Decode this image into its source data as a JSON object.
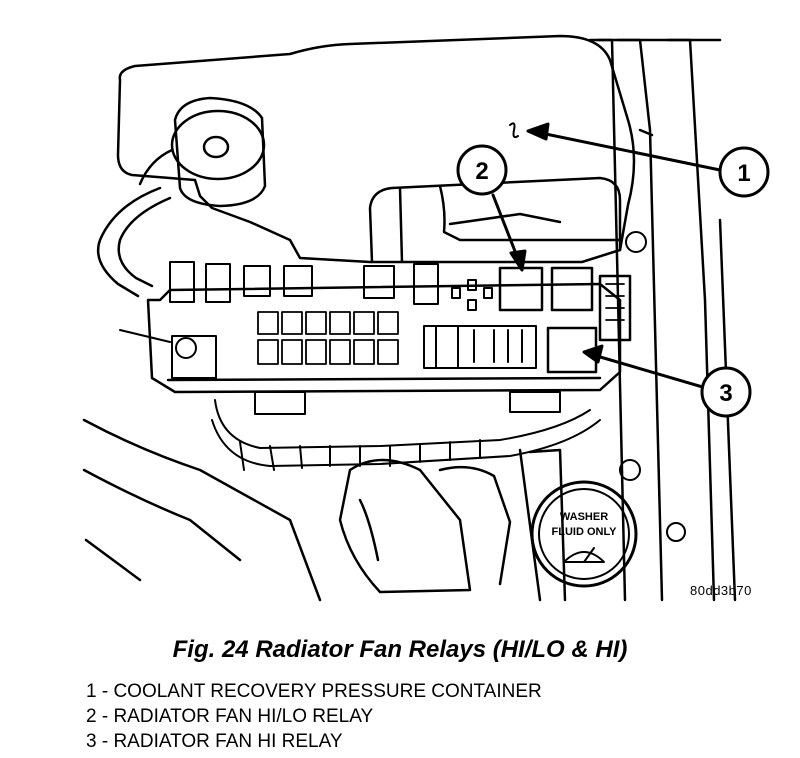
{
  "figure": {
    "code": "80dd3b70",
    "washer_cap_text": [
      "WASHER",
      "FLUID ONLY"
    ],
    "callouts": [
      "1",
      "2",
      "3"
    ]
  },
  "caption": "Fig. 24 Radiator Fan Relays (HI/LO & HI)",
  "legend": [
    "1 - COOLANT RECOVERY PRESSURE CONTAINER",
    "2 - RADIATOR FAN HI/LO RELAY",
    "3 - RADIATOR FAN HI RELAY"
  ]
}
